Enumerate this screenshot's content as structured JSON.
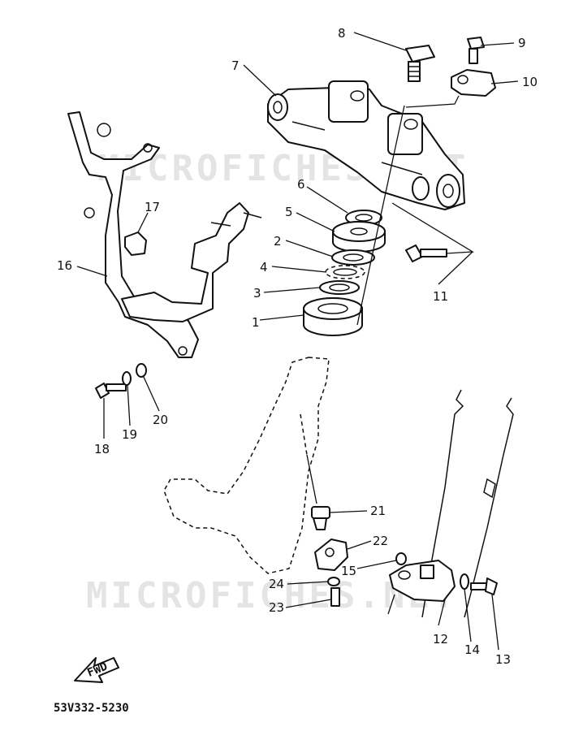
{
  "watermark": {
    "text": "MICROFICHES.NET"
  },
  "diagram_code": "53V332-5230",
  "fwd_arrow": {
    "label": "FWD"
  },
  "callouts": [
    {
      "id": "c1",
      "label": "1"
    },
    {
      "id": "c2",
      "label": "2"
    },
    {
      "id": "c3",
      "label": "3"
    },
    {
      "id": "c4",
      "label": "4"
    },
    {
      "id": "c5",
      "label": "5"
    },
    {
      "id": "c6",
      "label": "6"
    },
    {
      "id": "c7",
      "label": "7"
    },
    {
      "id": "c8",
      "label": "8"
    },
    {
      "id": "c9",
      "label": "9"
    },
    {
      "id": "c10",
      "label": "10"
    },
    {
      "id": "c11",
      "label": "11"
    },
    {
      "id": "c12",
      "label": "12"
    },
    {
      "id": "c13",
      "label": "13"
    },
    {
      "id": "c14",
      "label": "14"
    },
    {
      "id": "c15",
      "label": "15"
    },
    {
      "id": "c16",
      "label": "16"
    },
    {
      "id": "c17",
      "label": "17"
    },
    {
      "id": "c18",
      "label": "18"
    },
    {
      "id": "c19",
      "label": "19"
    },
    {
      "id": "c20",
      "label": "20"
    },
    {
      "id": "c21",
      "label": "21"
    },
    {
      "id": "c22",
      "label": "22"
    },
    {
      "id": "c23",
      "label": "23"
    },
    {
      "id": "c24",
      "label": "24"
    }
  ]
}
